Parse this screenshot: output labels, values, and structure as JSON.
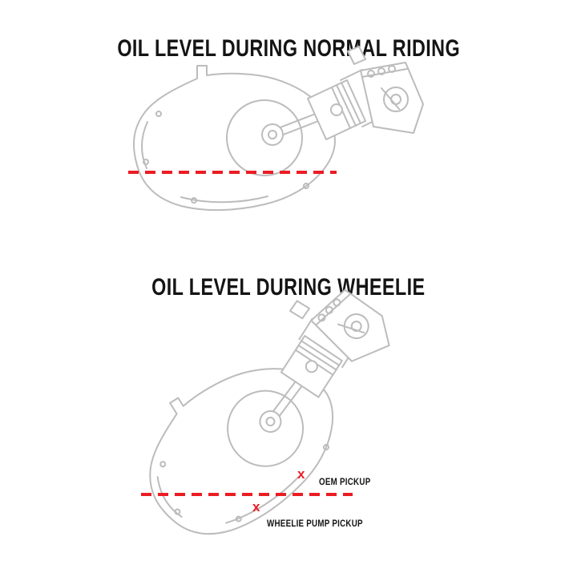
{
  "colors": {
    "red": "#ec1c24",
    "outline": "#bcbcbc",
    "ink": "#141414",
    "background": "#ffffff"
  },
  "top_diagram": {
    "title": "OIL LEVEL DURING NORMAL RIDING"
  },
  "bottom_diagram": {
    "title": "OIL LEVEL DURING WHEELIE",
    "oem_marker": {
      "symbol": "x",
      "label": "OEM PICKUP"
    },
    "wheelie_marker": {
      "symbol": "x",
      "label": "WHEELIE PUMP PICKUP"
    }
  }
}
